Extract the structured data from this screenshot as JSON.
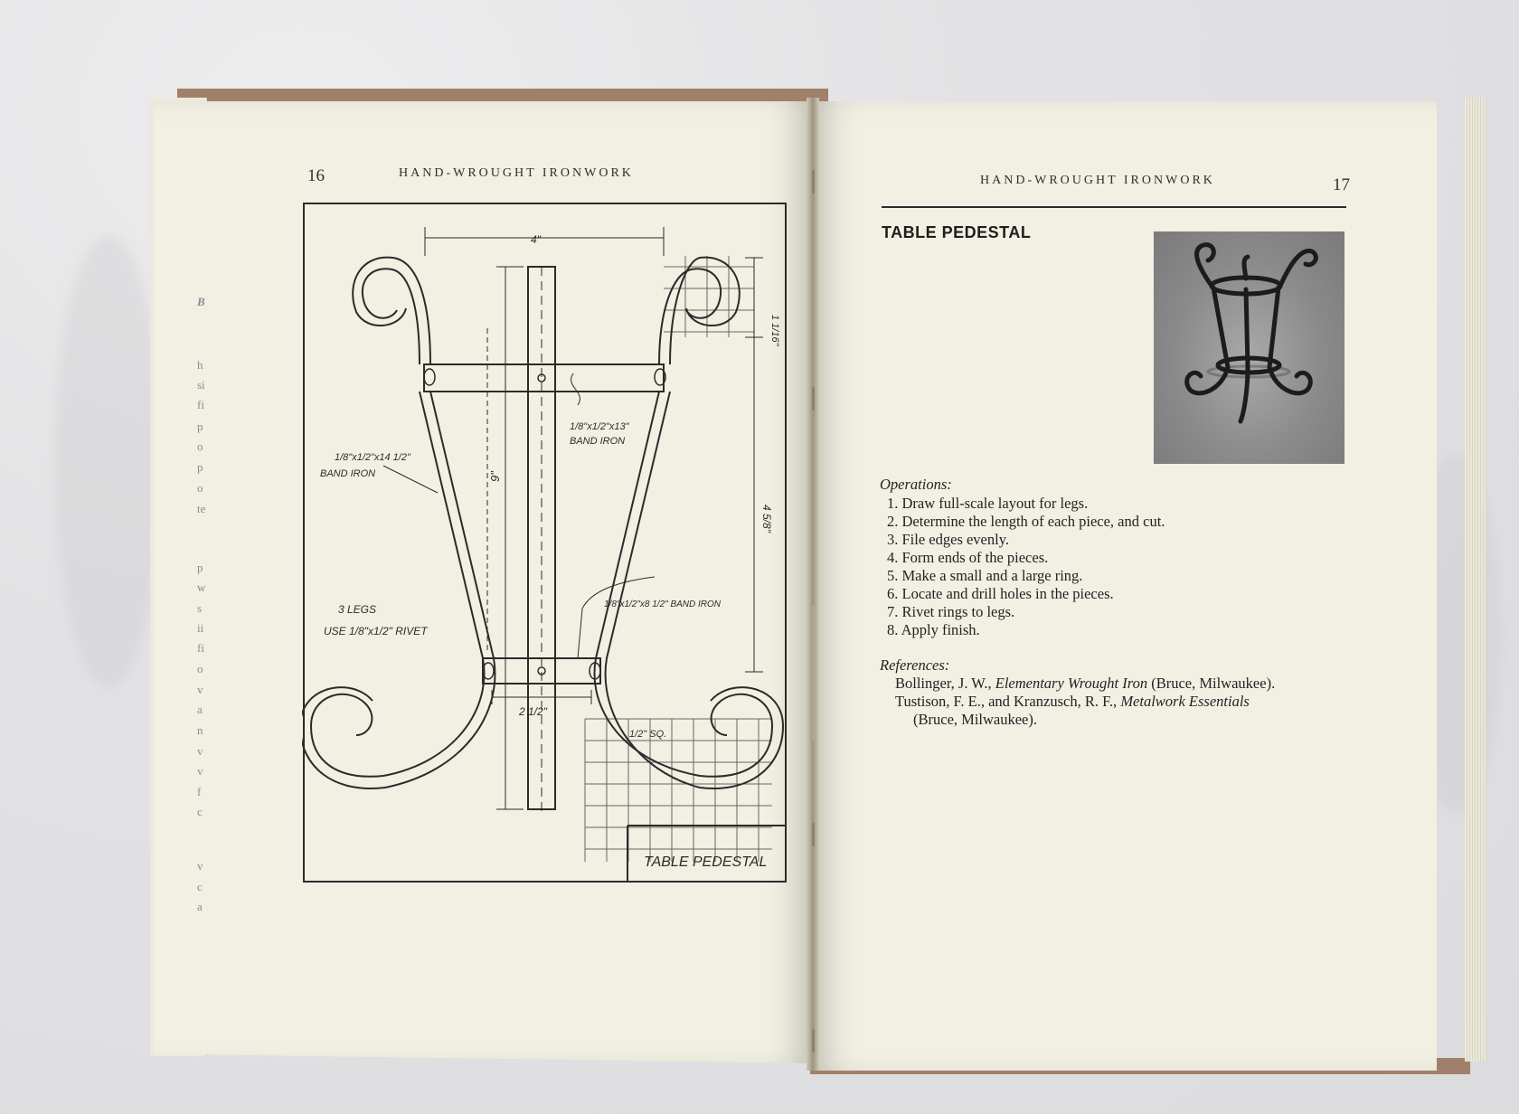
{
  "left_page": {
    "page_number": "16",
    "running_head": "HAND-WROUGHT IRONWORK",
    "drawing": {
      "title_block": "TABLE PEDESTAL",
      "dim_width": "4\"",
      "dim_height": "9\"",
      "dim_curl": "1 1/16\"",
      "dim_side": "4 5/8\"",
      "dim_lower": "2 1/2\"",
      "grid_note": "1/2\" SQ.",
      "note_band_iron_top": "1/8\"x1/2\"x13\"",
      "note_band_iron_top_label": "BAND IRON",
      "note_band_iron_leg": "1/8\"x1/2\"x14 1/2\"",
      "note_band_iron_leg_label": "BAND IRON",
      "note_lower_ring": "1/8\"x1/2\"x8 1/2\" BAND IRON",
      "note_legs_1": "3 LEGS",
      "note_legs_2": "USE 1/8\"x1/2\" RIVET"
    },
    "margin_letters": [
      "B",
      "h",
      "si",
      "fi",
      "p",
      "o",
      "p",
      "o",
      "te",
      "p",
      "w",
      "s",
      "ii",
      "fi",
      "o",
      "v",
      "a",
      "n",
      "v",
      "v",
      "f",
      "c",
      "v",
      "c",
      "a"
    ]
  },
  "right_page": {
    "page_number": "17",
    "running_head": "HAND-WROUGHT IRONWORK",
    "title": "TABLE PEDESTAL",
    "operations_label": "Operations:",
    "operations": [
      "1. Draw full-scale layout for legs.",
      "2. Determine the length of each piece, and cut.",
      "3. File edges evenly.",
      "4. Form ends of the pieces.",
      "5. Make a small and a large ring.",
      "6. Locate and drill holes in the pieces.",
      "7. Rivet rings to legs.",
      "8. Apply finish."
    ],
    "references_label": "References:",
    "references": [
      {
        "author": "Bollinger, J. W.,",
        "work": "Elementary Wrought Iron",
        "pub": "(Bruce, Milwaukee)."
      },
      {
        "author": "Tustison, F. E., and Kranzusch, R. F.,",
        "work": "Metalwork Essentials",
        "pub": "(Bruce, Milwaukee)."
      }
    ]
  },
  "colors": {
    "paper": "#f2efe3",
    "ink": "#2b2b2b",
    "cover": "#a0806a",
    "cloth": "#e4e4e6"
  }
}
